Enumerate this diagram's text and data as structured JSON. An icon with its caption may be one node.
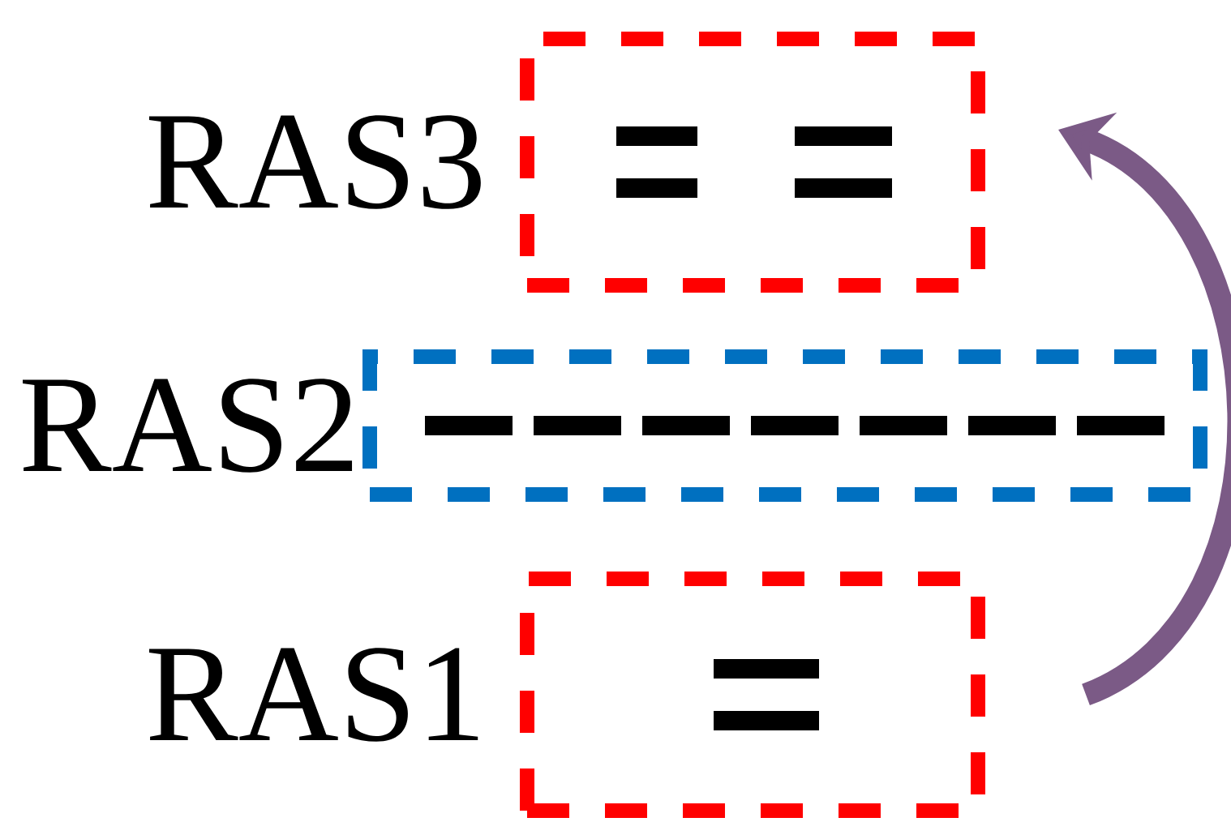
{
  "diagram": {
    "nodes": [
      {
        "text": [
          "RAS3"
        ]
      },
      {
        "text": [
          "RAS2"
        ]
      },
      {
        "text": [
          "RAS1"
        ]
      }
    ],
    "edges": [
      {
        "from": 2,
        "to": 0,
        "arrow": "to",
        "color": "#7b5a86"
      }
    ]
  }
}
